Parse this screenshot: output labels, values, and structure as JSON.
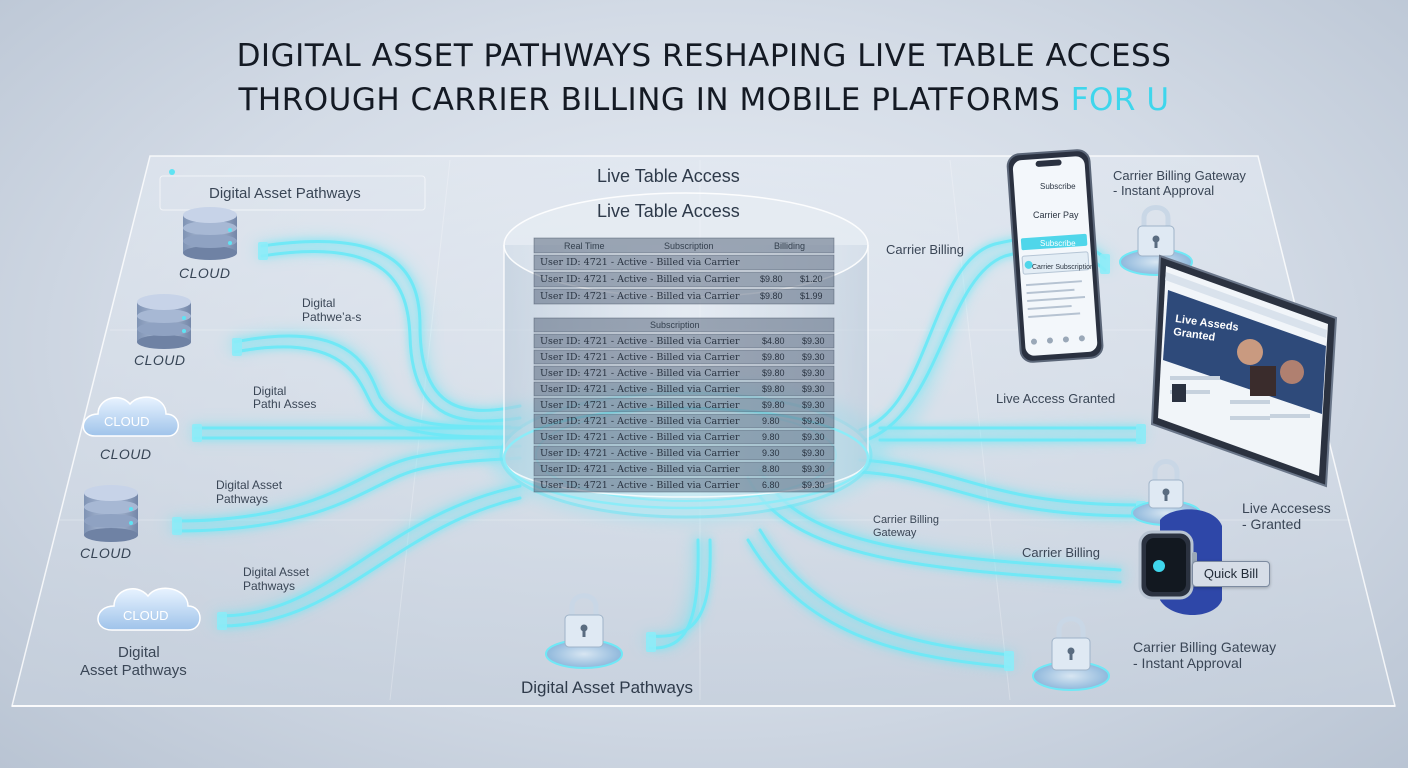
{
  "title": {
    "line1": "DIGITAL ASSET PATHWAYS RESHAPING LIVE TABLE ACCESS",
    "line2": "THROUGH CARRIER BILLING IN MOBILE PLATFORMS",
    "line2_accent": "FOR U"
  },
  "colors": {
    "accent": "#3fd6ec",
    "pathway": "#5fe3f3",
    "title": "#141a24",
    "background": "#d3dbe6"
  },
  "left_sources": [
    {
      "icon": "database-icon",
      "caption": "CLOUD"
    },
    {
      "icon": "database-icon",
      "caption": "CLOUD"
    },
    {
      "icon": "cloud-icon",
      "inner_label": "CLOUD",
      "caption": "CLOUD"
    },
    {
      "icon": "database-icon",
      "caption": "CLOUD"
    },
    {
      "icon": "cloud-icon",
      "inner_label": "CLOUD"
    }
  ],
  "left_labels": {
    "panel": "Digital Asset Pathways",
    "digital_pathways_1": "Digital",
    "digital_pathways_2": "Pathwe’a‑s",
    "digital_path_1": "Digital",
    "digital_path_2": "Pathı Asses",
    "dap_1_line1": "Digital Asset",
    "dap_1_line2": "Pathways",
    "dap_2_line1": "Digital Asset",
    "dap_2_line2": "Pathways",
    "bottom_line1": "Digital",
    "bottom_line2": "Asset Pathways"
  },
  "center": {
    "heading_top": "Live Table Access",
    "heading_inner": "Live Table Access",
    "bottom_label": "Digital Asset Pathways",
    "table_headers": [
      "Real Time",
      "Subscription",
      "Billiding"
    ],
    "subscription_header": "Subscription",
    "top_rows": [
      {
        "text": "User ID: 4721 - Active - Billed via Carrier",
        "amt1": "",
        "amt2": ""
      },
      {
        "text": "User ID: 4721 - Active - Billed via Carrier",
        "amt1": "$9.80",
        "amt2": "$1.20"
      },
      {
        "text": "User ID: 4721 - Active - Billed via Carrier",
        "amt1": "$9.80",
        "amt2": "$1.99"
      }
    ],
    "rows": [
      {
        "text": "User ID: 4721 - Active - Billed via Carrier",
        "amt1": "$4.80",
        "amt2": "$9.30"
      },
      {
        "text": "User ID: 4721 - Active - Billed via Carrier",
        "amt1": "$9.80",
        "amt2": "$9.30"
      },
      {
        "text": "User ID: 4721 - Active - Billed via Carrier",
        "amt1": "$9.80",
        "amt2": "$9.30"
      },
      {
        "text": "User ID: 4721 - Active - Billed via Carrier",
        "amt1": "$9.80",
        "amt2": "$9.30"
      },
      {
        "text": "User ID: 4721 - Active - Billed via Carrier",
        "amt1": "$9.80",
        "amt2": "$9.30"
      },
      {
        "text": "User ID: 4721 - Active - Billed via Carrier",
        "amt1": "9.80",
        "amt2": "$9.30"
      },
      {
        "text": "User ID: 4721 - Active - Billed via Carrier",
        "amt1": "9.80",
        "amt2": "$9.30"
      },
      {
        "text": "User ID: 4721 - Active - Billed via Carrier",
        "amt1": "9.30",
        "amt2": "$9.30"
      },
      {
        "text": "User ID: 4721 - Active - Billed via Carrier",
        "amt1": "8.80",
        "amt2": "$9.30"
      },
      {
        "text": "User ID: 4721 - Active - Billed via Carrier",
        "amt1": "6.80",
        "amt2": "$9.30"
      }
    ]
  },
  "right_labels": {
    "gateway_top_line1": "Carrier Billing Gateway",
    "gateway_top_line2": "- Instant Approval",
    "carrier_billing_top": "Carrier Billing",
    "live_access_granted": "Live Access Granted",
    "live_accesess_line1": "Live Accesess",
    "live_accesess_line2": "- Granted",
    "gateway_mid_line1": "Carrier Billing",
    "gateway_mid_line2": "Gateway",
    "carrier_billing_mid": "Carrier Billing",
    "quick_bill": "Quick Bill",
    "gateway_bottom_line1": "Carrier Billing Gateway",
    "gateway_bottom_line2": "- Instant Approval"
  },
  "phone": {
    "header": "Carrier Pay",
    "app_name": "Subscribe",
    "button": "Subscribe",
    "option": "Carrier Subscription"
  },
  "tablet": {
    "hero_line1": "Live Asseds",
    "hero_line2": "Granted"
  },
  "locks": [
    {
      "icon": "padlock-icon",
      "position": "top-right"
    },
    {
      "icon": "padlock-icon",
      "position": "middle-right"
    },
    {
      "icon": "padlock-icon",
      "position": "bottom-center"
    },
    {
      "icon": "padlock-icon",
      "position": "bottom-right"
    }
  ],
  "watch": {
    "icon": "smartwatch-icon"
  }
}
